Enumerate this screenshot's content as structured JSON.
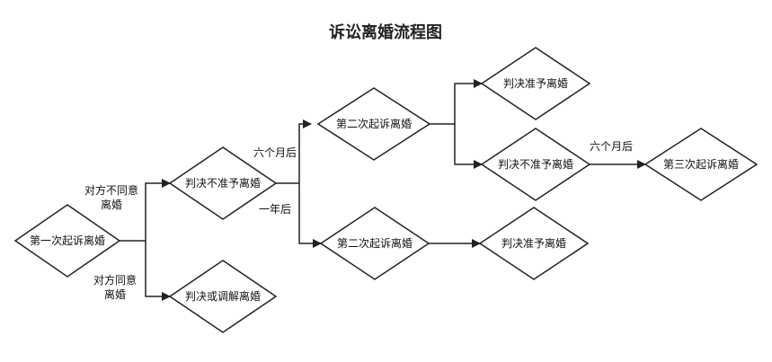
{
  "title": "诉讼离婚流程图",
  "nodes": {
    "first_filing": "第一次起诉离婚",
    "judgment_not_granted": "判决不准予离婚",
    "judgment_or_mediation": "判决或调解离婚",
    "second_filing_a": "第二次起诉离婚",
    "second_filing_b": "第二次起诉离婚",
    "granted_a": "判决准予离婚",
    "not_granted_again": "判决不准予离婚",
    "granted_b": "判决准予离婚",
    "third_filing": "第三次起诉离婚"
  },
  "edge_labels": {
    "disagree_line1": "对方不同意",
    "disagree_line2": "离婚",
    "agree_line1": "对方同意",
    "agree_line2": "离婚",
    "six_months": "六个月后",
    "one_year": "一年后",
    "six_months_2": "六个月后"
  }
}
